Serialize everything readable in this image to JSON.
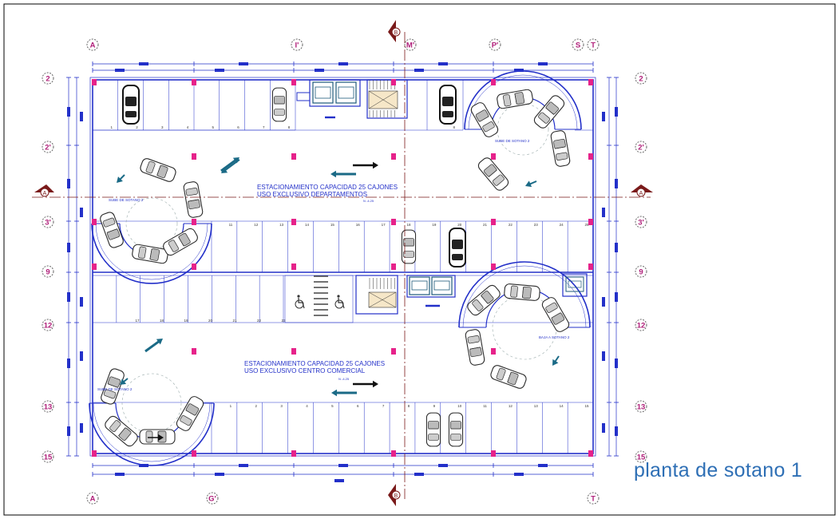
{
  "title": "planta de sotano 1",
  "colors": {
    "line": "#2330c9",
    "dim": "#2330c9",
    "column": "#e6228a",
    "axis_text": "#b0207a",
    "car": "#2a2a2a",
    "arrow": "#1a6a86",
    "ramp": "#2330c9",
    "title": "#2e6fb5",
    "cut": "#7a1a1a"
  },
  "grid_top": [
    "A",
    "I'",
    "M'",
    "P'",
    "S",
    "T"
  ],
  "grid_bottom": [
    "A",
    "G'",
    "T"
  ],
  "grid_left": [
    "2",
    "2'",
    "3'",
    "9",
    "12",
    "13",
    "15"
  ],
  "grid_right": [
    "2",
    "2'",
    "3'",
    "9",
    "12",
    "13",
    "15"
  ],
  "section_marks": [
    "A",
    "A",
    "B",
    "B"
  ],
  "parking_zones": [
    {
      "capacity": "ESTACIONAMIENTO CAPACIDAD 25 CAJONES",
      "usage": "USO EXCLUSIVO DEPARTAMENTOS",
      "level": "N -4.25"
    },
    {
      "capacity": "ESTACIONAMIENTO CAPACIDAD 25 CAJONES",
      "usage": "USO EXCLUSIVO CENTRO COMERCIAL",
      "level": "N -4.25"
    }
  ],
  "ramps": [
    "SUBE DE SOTANO 2",
    "SUBE DE SOTANO 2",
    "BAJA A SOTANO 2",
    "SUBE DE SOTANO 2"
  ],
  "stall_numbers": {
    "row1": [
      "1",
      "2",
      "3",
      "4",
      "5",
      "6",
      "7",
      "8"
    ],
    "row2": [
      "11",
      "12",
      "13",
      "14",
      "15",
      "16",
      "17",
      "18",
      "19",
      "20",
      "21",
      "22",
      "23",
      "24",
      "25"
    ],
    "row3": [
      "17",
      "18",
      "19",
      "20",
      "21",
      "22",
      "23"
    ],
    "row4": [
      "1",
      "2",
      "3",
      "4",
      "5",
      "6",
      "7",
      "8",
      "9",
      "10",
      "11",
      "12",
      "13",
      "14",
      "15"
    ]
  }
}
